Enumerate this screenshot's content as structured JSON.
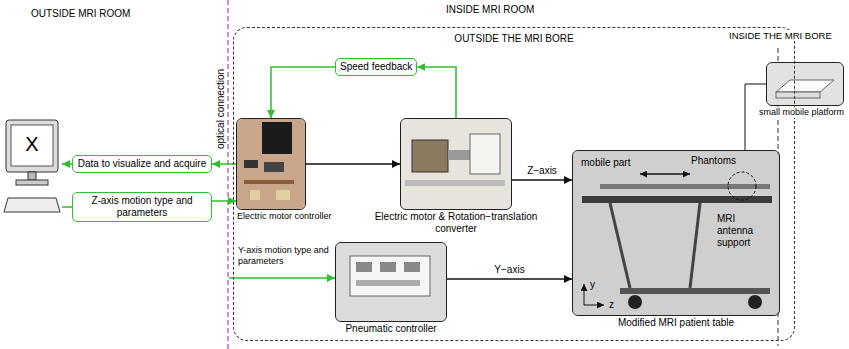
{
  "diagram": {
    "nodes": [
      {
        "text": [
          "X"
        ]
      },
      {
        "text": [
          "Data to visualize and acquire"
        ]
      },
      {
        "text": [
          "Z-axis motion type and parameters"
        ]
      },
      {
        "text": [
          "OUTSIDE THE MRI BORE"
        ]
      },
      {
        "text": [
          "Speed feedback"
        ],
        "in": 3
      },
      {
        "text": [
          "Electric motor controller"
        ],
        "in": 3
      },
      {
        "text": [
          "Electric motor & Rotation−translation converter"
        ],
        "in": 3
      },
      {
        "text": [
          "Pneumatic controller"
        ],
        "in": 3
      },
      {
        "text": [
          "Modified MRI patient table"
        ],
        "in": 3
      },
      {
        "text": [
          "small mobile platform"
        ]
      }
    ],
    "edges": [
      {
        "from": 0,
        "to": 2,
        "arrow": "none"
      },
      {
        "from": 2,
        "to": 5,
        "arrow": "to"
      },
      {
        "from": 5,
        "to": 1,
        "arrow": "to"
      },
      {
        "from": 1,
        "to": 0,
        "arrow": "to"
      },
      {
        "from": 6,
        "to": 4,
        "arrow": "to"
      },
      {
        "from": 4,
        "to": 5,
        "arrow": "to"
      },
      {
        "from": 5,
        "to": 6,
        "arrow": "to"
      },
      {
        "from": 6,
        "to": 8,
        "arrow": "to",
        "label": "Z−axis"
      },
      {
        "from": 7,
        "to": 8,
        "arrow": "to",
        "label": "Y−axis"
      },
      {
        "from": 9,
        "to": 8,
        "arrow": "none"
      }
    ],
    "labels": [
      "OUTSIDE MRI ROOM",
      "INSIDE MRI ROOM",
      "INSIDE THE MRI BORE",
      "optical connection",
      "Y-axis motion type and parameters",
      "mobile part",
      "Phantoms",
      "MRI antenna support",
      "y",
      "z"
    ]
  }
}
